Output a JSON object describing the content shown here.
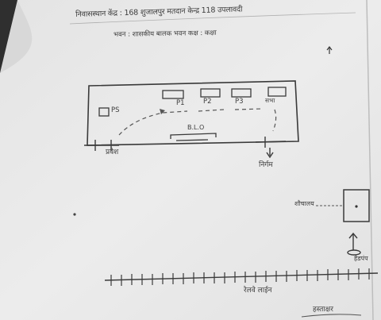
{
  "header": {
    "line1": "निवासस्थान केंद्र : 168 शुजालपुर मतदान केन्द्र 118 उपलावदी",
    "line2": "भवन : शासकीय बालक भवन कक्ष : कक्षा"
  },
  "map": {
    "ps_label": "PS",
    "officers": [
      "P1",
      "P2",
      "P3",
      "सभा"
    ],
    "bench_label": "B.L.O",
    "entry_label": "प्रवेश",
    "exit_label": "निर्गम"
  },
  "legend": {
    "booth_label": "शौचालय",
    "well_label": "हैडपंप"
  },
  "railway_label": "रेलवे लाईन",
  "signature_label": "हस्ताक्षर"
}
